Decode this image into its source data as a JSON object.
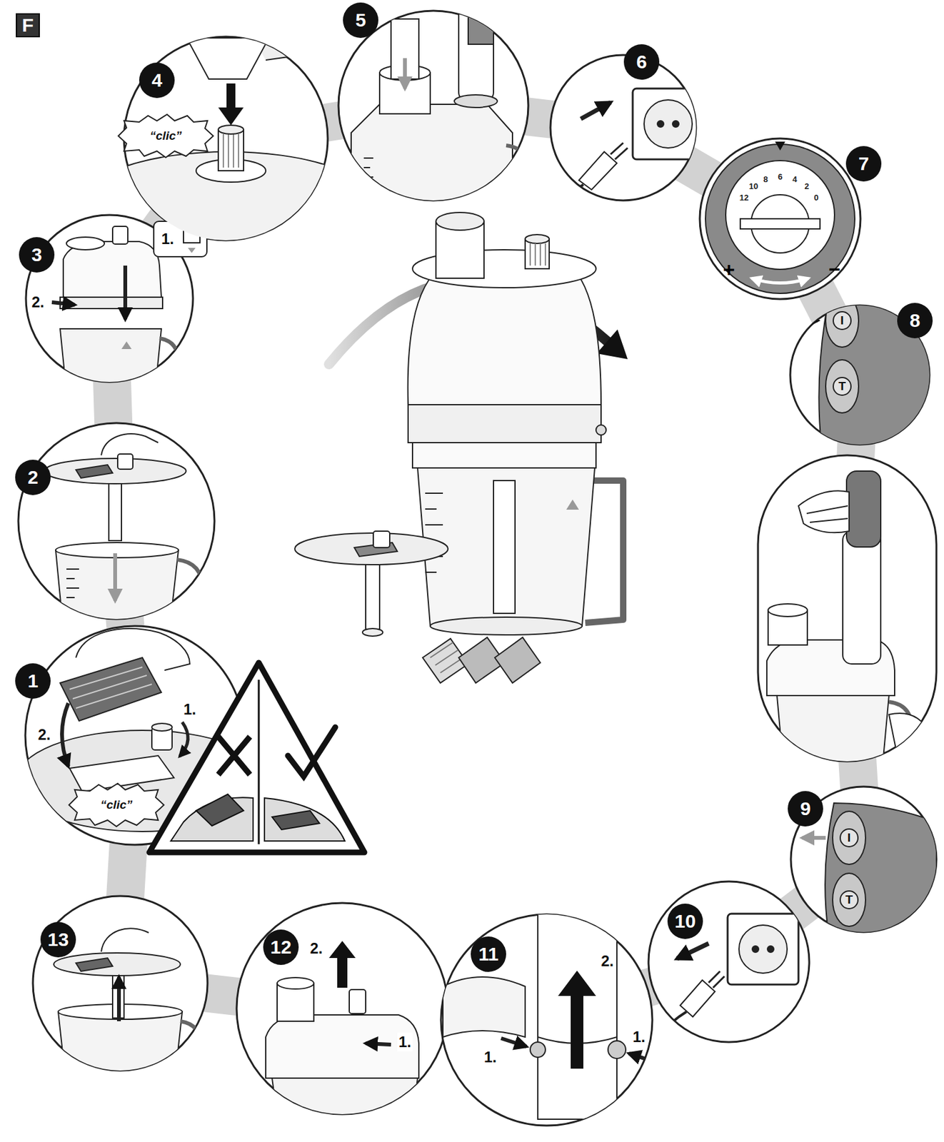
{
  "diagram": {
    "labels": [
      "F",
      "1",
      "2.",
      "1.",
      "“clic”",
      "2",
      "3",
      "2.",
      "1.",
      "4",
      "“clic”",
      "5",
      "6",
      "7",
      "12",
      "10",
      "8",
      "6",
      "4",
      "2",
      "0",
      "+",
      "−",
      "8",
      "I",
      "T",
      "9",
      "I",
      "T",
      "10",
      "11",
      "1.",
      "2.",
      "1.",
      "12",
      "2.",
      "1.",
      "13"
    ]
  }
}
